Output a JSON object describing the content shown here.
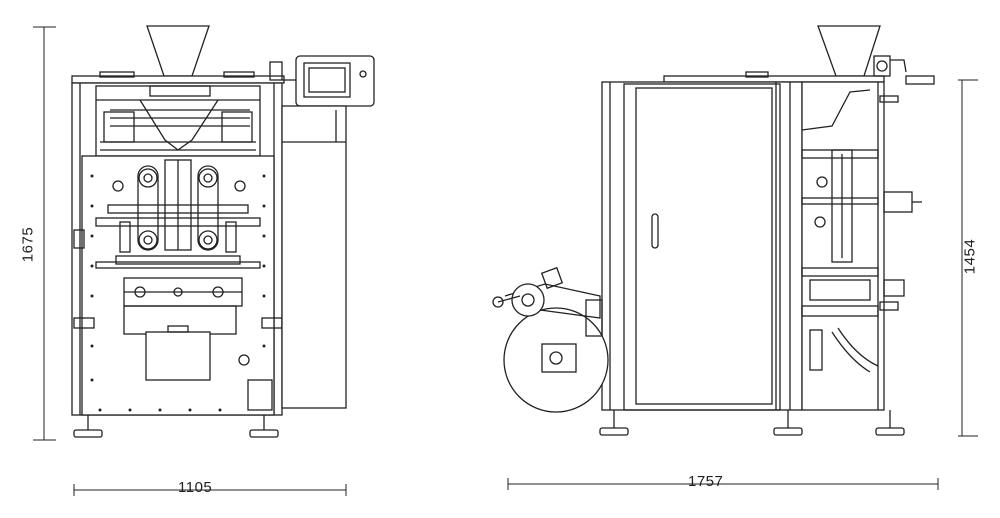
{
  "dimensions": {
    "front_height": "1675",
    "front_width": "1105",
    "side_height": "1454",
    "side_width": "1757"
  },
  "colors": {
    "line": "#222222",
    "panel_fill": "#ffffff",
    "light_fill": "#f4f4f4"
  }
}
